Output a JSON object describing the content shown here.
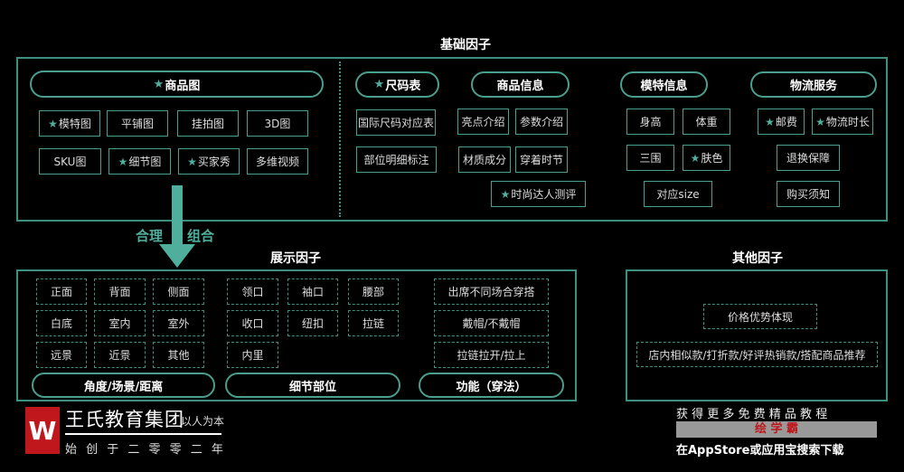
{
  "colors": {
    "accent": "#4a9e8e",
    "logo_red": "#c0171c"
  },
  "basic": {
    "title": "基础因子",
    "product_image": {
      "label": "商品图",
      "items": [
        "模特图",
        "平铺图",
        "挂拍图",
        "3D图",
        "SKU图",
        "细节图",
        "买家秀",
        "多维视频"
      ]
    },
    "size_chart": {
      "label": "尺码表",
      "items": [
        "国际尺码对应表",
        "部位明细标注"
      ]
    },
    "product_info": {
      "label": "商品信息",
      "items": [
        "亮点介绍",
        "参数介绍",
        "材质成分",
        "穿着时节",
        "时尚达人测评"
      ]
    },
    "model_info": {
      "label": "模特信息",
      "items": [
        "身高",
        "体重",
        "三围",
        "肤色",
        "对应size"
      ]
    },
    "logistics": {
      "label": "物流服务",
      "items": [
        "邮费",
        "物流时长",
        "退换保障",
        "购买须知"
      ]
    }
  },
  "arrow": {
    "left": "合理",
    "right": "组合"
  },
  "display": {
    "title": "展示因子",
    "angle": {
      "label": "角度/场景/距离",
      "items": [
        "正面",
        "背面",
        "侧面",
        "白底",
        "室内",
        "室外",
        "远景",
        "近景",
        "其他"
      ]
    },
    "detail": {
      "label": "细节部位",
      "items": [
        "领口",
        "袖口",
        "腰部",
        "收口",
        "纽扣",
        "拉链",
        "内里"
      ]
    },
    "function": {
      "label": "功能（穿法）",
      "items": [
        "出席不同场合穿搭",
        "戴帽/不戴帽",
        "拉链拉开/拉上"
      ]
    }
  },
  "other": {
    "title": "其他因子",
    "items": [
      "价格优势体现",
      "店内相似款/打折款/好评热销款/搭配商品推荐"
    ]
  },
  "logo": {
    "name": "王氏教育集团",
    "slogan": "以人为本",
    "founded": "始 创 于 二 零 零 二 年"
  },
  "promo": {
    "line1": "获 得 更 多 免 费 精 品 教 程",
    "brand": "绘 学 霸",
    "line3": "在AppStore或应用宝搜索下载"
  }
}
